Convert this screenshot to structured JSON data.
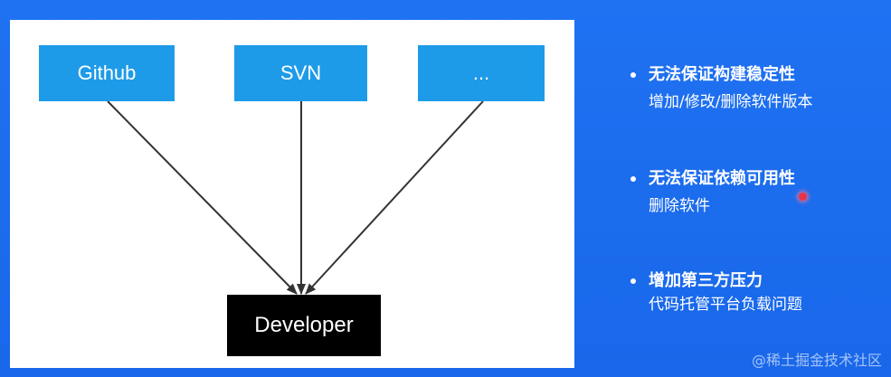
{
  "diagram": {
    "sources": [
      {
        "label": "Github"
      },
      {
        "label": "SVN"
      },
      {
        "label": "..."
      }
    ],
    "target": {
      "label": "Developer"
    }
  },
  "notes": [
    {
      "title": "无法保证构建稳定性",
      "subtitle": "增加/修改/删除软件版本"
    },
    {
      "title": "无法保证依赖可用性",
      "subtitle": "删除软件"
    },
    {
      "title": "增加第三方压力",
      "subtitle": "代码托管平台负载问题"
    }
  ],
  "watermark": "@稀土掘金技术社区",
  "colors": {
    "background": "#1a6ff0",
    "source_box": "#1e9be8",
    "target_box": "#000000",
    "pointer": "#e8344a"
  }
}
